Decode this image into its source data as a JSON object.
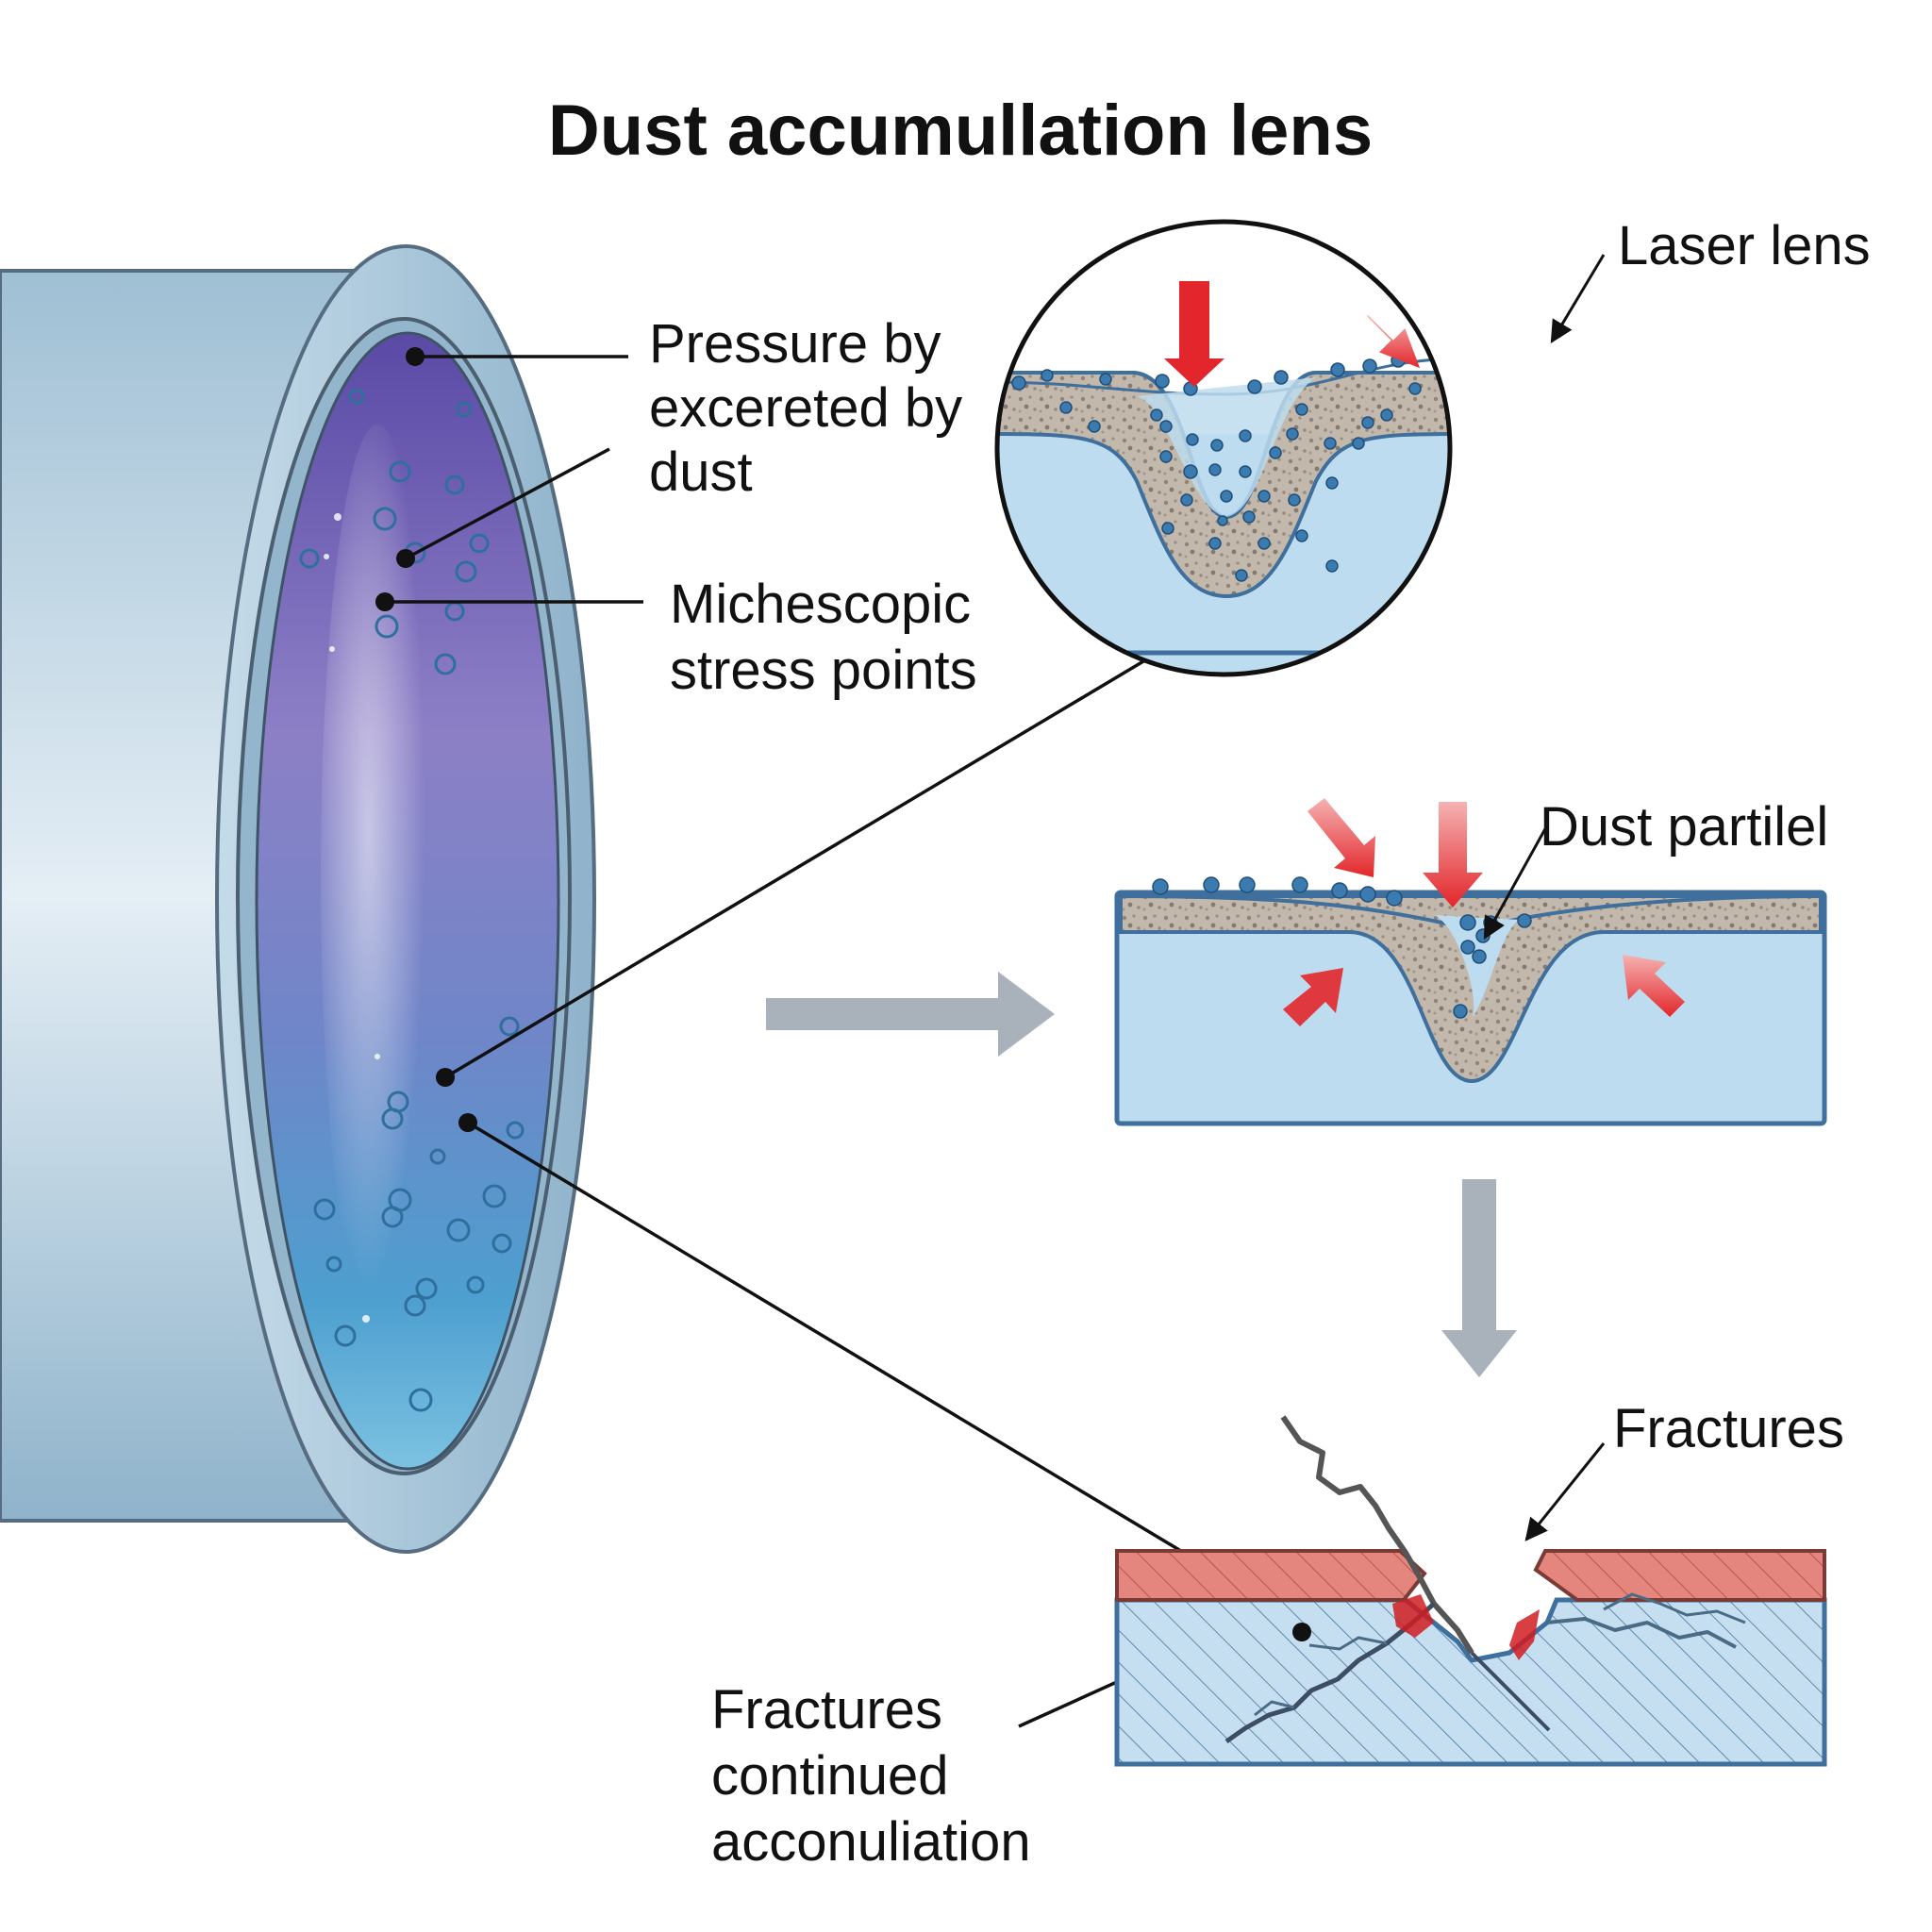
{
  "title": "Dust accumullation lens",
  "labels": {
    "pressure": [
      "Pressure by",
      "excereted by",
      "dust"
    ],
    "stress": [
      "Michescopic",
      "stress points"
    ],
    "laser_lens": "Laser lens",
    "dust_particle": "Dust partilel",
    "fractures": "Fractures",
    "fractures_continued": [
      "Fractures",
      "continued",
      "acconuliation"
    ]
  },
  "icons": {
    "pressure_arrows": "red-arrow-icon",
    "flow_arrows": "gray-arrow-icon"
  },
  "colors": {
    "lens_purple": "#6a58b4",
    "lens_blue": "#4fa9d2",
    "tube_blue": "#a9c8dc",
    "layer_blue": "#b9d9ee",
    "outline_blue": "#3f6f9c",
    "dust_tan": "#bdb2a6",
    "particle_blue": "#3b7bb0",
    "pressure_red": "#e3262b",
    "coating_red": "#df7d76",
    "flow_gray": "#a9b1ba"
  }
}
